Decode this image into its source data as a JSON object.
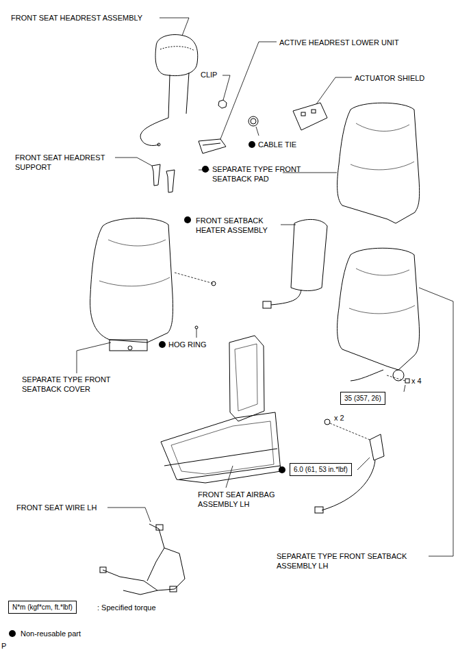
{
  "diagram": {
    "nodes": [
      {
        "text": [
          "35 (357, 26)"
        ]
      },
      {
        "text": [
          "6.0 (61, 53 in.*lbf)"
        ]
      },
      {
        "text": [
          "N*m (kgf*cm, ft.*lbf)"
        ]
      }
    ],
    "labels": [
      "FRONT SEAT HEADREST ASSEMBLY",
      "ACTIVE HEADREST LOWER UNIT",
      "CLIP",
      "ACTUATOR SHIELD",
      "CABLE TIE",
      "FRONT SEAT HEADREST SUPPORT",
      "SEPARATE TYPE FRONT SEATBACK PAD",
      "FRONT SEATBACK HEATER ASSEMBLY",
      "HOG RING",
      "SEPARATE TYPE FRONT SEATBACK COVER",
      "x 4",
      "x 2",
      "FRONT SEAT AIRBAG ASSEMBLY LH",
      "FRONT SEAT WIRE LH",
      "SEPARATE TYPE FRONT SEATBACK ASSEMBLY LH",
      ": Specified torque",
      "P"
    ],
    "legend": [
      {
        "text": "Non-reusable part"
      }
    ]
  }
}
